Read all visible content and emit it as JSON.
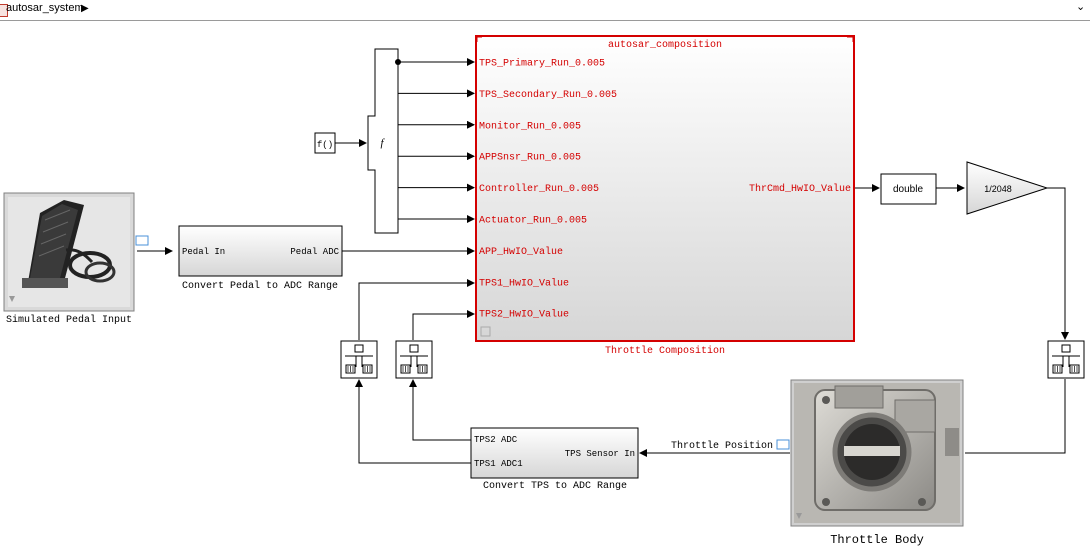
{
  "breadcrumb": {
    "model": "autosar_system",
    "arrow": "▶"
  },
  "toolbar": {
    "collapse": "⌄"
  },
  "composition": {
    "title": "autosar_composition",
    "label": "Throttle Composition",
    "inports": [
      "TPS_Primary_Run_0.005",
      "TPS_Secondary_Run_0.005",
      "Monitor_Run_0.005",
      "APPSnsr_Run_0.005",
      "Controller_Run_0.005",
      "Actuator_Run_0.005",
      "APP_HwIO_Value",
      "TPS1_HwIO_Value",
      "TPS2_HwIO_Value"
    ],
    "outport": "ThrCmd_HwIO_Value"
  },
  "fcn_call": {
    "source_label": "f()",
    "generator_label": "f"
  },
  "pedal_input": {
    "label": "Simulated Pedal Input"
  },
  "convert_pedal": {
    "label": "Convert Pedal to ADC Range",
    "in_port": "Pedal In",
    "out_port": "Pedal ADC"
  },
  "double_block": {
    "label": "double"
  },
  "gain_block": {
    "label": "1/2048"
  },
  "convert_tps": {
    "label": "Convert TPS to ADC Range",
    "in_port_1": "TPS2 ADC",
    "in_port_2": "TPS1 ADC1",
    "out_port": "TPS Sensor In"
  },
  "throttle_body": {
    "label": "Throttle Body"
  },
  "signals": {
    "throttle_position": "Throttle Position"
  },
  "colors": {
    "composition_border": "#d40000",
    "composition_text": "#d40000",
    "line": "#000000"
  }
}
